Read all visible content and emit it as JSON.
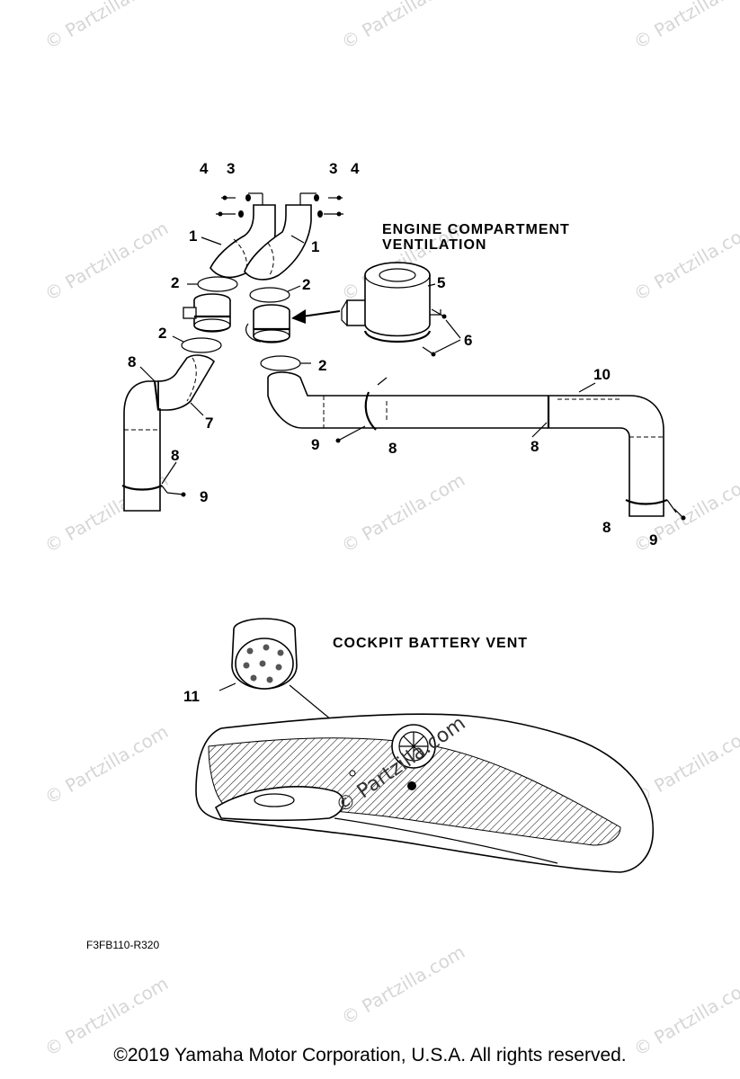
{
  "diagram": {
    "section_titles": {
      "engine_line1": "ENGINE COMPARTMENT",
      "engine_line2": "VENTILATION",
      "battery": "COCKPIT BATTERY VENT"
    },
    "callouts": {
      "c1a": "1",
      "c1b": "1",
      "c2a": "2",
      "c2b": "2",
      "c2c": "2",
      "c2d": "2",
      "c3a": "3",
      "c3b": "3",
      "c4a": "4",
      "c4b": "4",
      "c5": "5",
      "c6": "6",
      "c7": "7",
      "c8a": "8",
      "c8b": "8",
      "c8c": "8",
      "c8d": "8",
      "c8e": "8",
      "c9a": "9",
      "c9b": "9",
      "c9c": "9",
      "c10": "10",
      "c11": "11"
    },
    "figure_code": "F3FB110-R320"
  },
  "watermark": "© Partzilla.com",
  "copyright": "©2019  Yamaha Motor Corporation, U.S.A. All rights reserved."
}
